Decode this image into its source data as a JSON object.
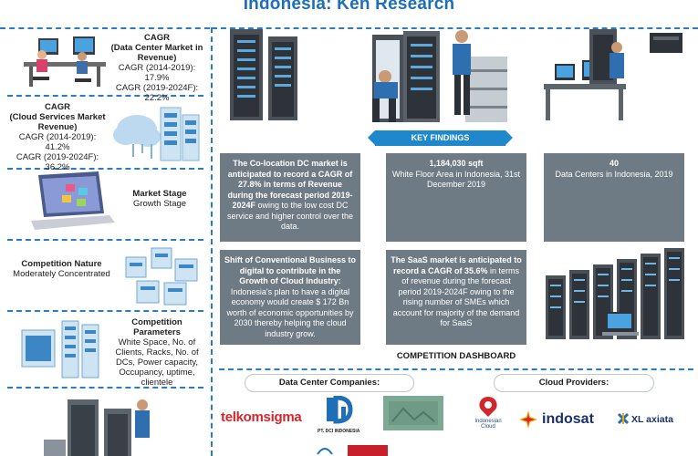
{
  "header": {
    "title": "Indonesia: Ken Research"
  },
  "left": {
    "cagr_dc": {
      "heading": "CAGR",
      "sub": "(Data Center Market in Revenue)",
      "line1_label": "CAGR (2014-2019):",
      "line1_value": "17.9%",
      "line2_label": "CAGR (2019-2024F):",
      "line2_value": "22.2%"
    },
    "cagr_cloud": {
      "heading": "CAGR",
      "sub": "(Cloud Services Market Revenue)",
      "line1_label": "CAGR (2014-2019):",
      "line1_value": "41.2%",
      "line2_label": "CAGR (2019-2024F):",
      "line2_value": "36.2%"
    },
    "market_stage": {
      "heading": "Market Stage",
      "value": "Growth Stage"
    },
    "competition_nature": {
      "heading": "Competition Nature",
      "value": "Moderately Concentrated"
    },
    "competition_params": {
      "heading": "Competition Parameters",
      "value": "White Space, No. of Clients, Racks, No. of DCs, Power capacity, Occupancy, uptime, clientele"
    }
  },
  "key_findings": {
    "banner": "KEY FINDINGS",
    "card1": {
      "bold": "The Co-location DC market is anticipated to record a CAGR of 27.8% in terms of Revenue during the forecast period 2019-2024F",
      "text": " owing to the low cost DC service and higher control over the data."
    },
    "card2": {
      "bold": "1,184,030 sqft",
      "text": "White Floor Area in Indonesia, 31st December 2019"
    },
    "card3": {
      "bold": "40",
      "text": "Data Centers in Indonesia, 2019"
    },
    "card4": {
      "bold": "Shift of Conventional Business to digital to contribute in the Growth of Cloud Industry:",
      "text": " Indonesia's plan to have a digital economy would create $ 172 Bn worth of economic opportunities by 2030 thereby helping the cloud industry grow."
    },
    "card5": {
      "bold": "The SaaS market is anticipated to record a CAGR of 35.6%",
      "text": " in terms of revenue during the forecast period 2019-2024F owing to the rising number of SMEs which account for majority of the demand for SaaS"
    }
  },
  "dashboard": {
    "title": "COMPETITION DASHBOARD",
    "dc_label": "Data Center Companies:",
    "cloud_label": "Cloud Providers:",
    "logos": {
      "telkomsigma": "telkomsigma",
      "dci": "PT. DCI INDONESIA",
      "indonesian_cloud": "Indonesian Cloud",
      "indosat": "indosat",
      "xl": "XL axiata"
    }
  },
  "colors": {
    "accent": "#1f6fb7",
    "card": "#6e7b84",
    "banner": "#1f88cc"
  }
}
